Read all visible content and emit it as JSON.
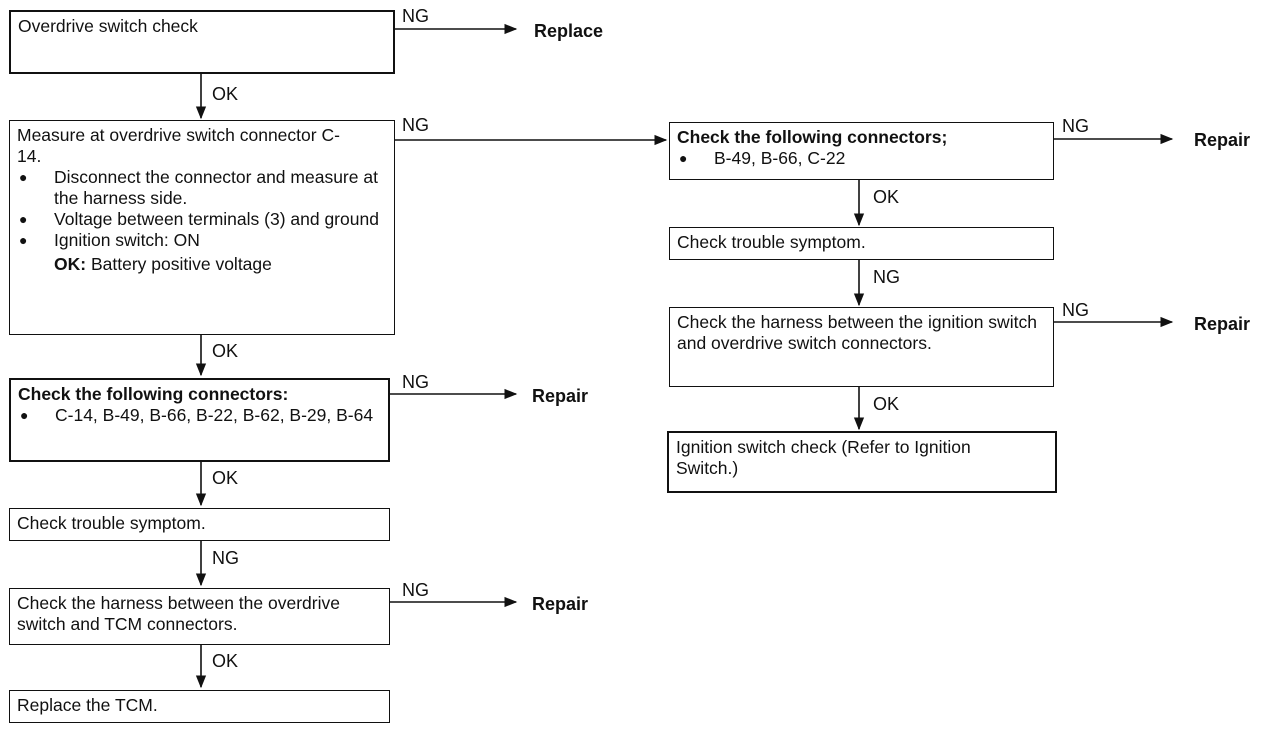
{
  "left_column": {
    "overdrive_check": "Overdrive switch check",
    "measure": {
      "title": "Measure at overdrive switch connector C-14.",
      "bullets": [
        "Disconnect the connector and measure at the harness side.",
        "Voltage between terminals (3) and ground",
        "Ignition switch: ON"
      ],
      "ok_label": "OK:",
      "ok_value": "Battery positive voltage"
    },
    "connectors": {
      "title": "Check the following connectors:",
      "bullet": "C-14, B-49, B-66, B-22, B-62, B-29, B-64"
    },
    "trouble": "Check trouble symptom.",
    "harness": "Check the harness between the overdrive switch and TCM connectors.",
    "replace_tcm": "Replace the TCM."
  },
  "right_column": {
    "connectors": {
      "title": "Check the following connectors;",
      "bullet": "B-49, B-66, C-22"
    },
    "trouble": "Check trouble symptom.",
    "harness": "Check the harness between the ignition switch and overdrive switch connectors.",
    "ignition": "Ignition switch check (Refer to Ignition Switch.)"
  },
  "labels": {
    "ok": "OK",
    "ng": "NG",
    "replace": "Replace",
    "repair": "Repair"
  }
}
